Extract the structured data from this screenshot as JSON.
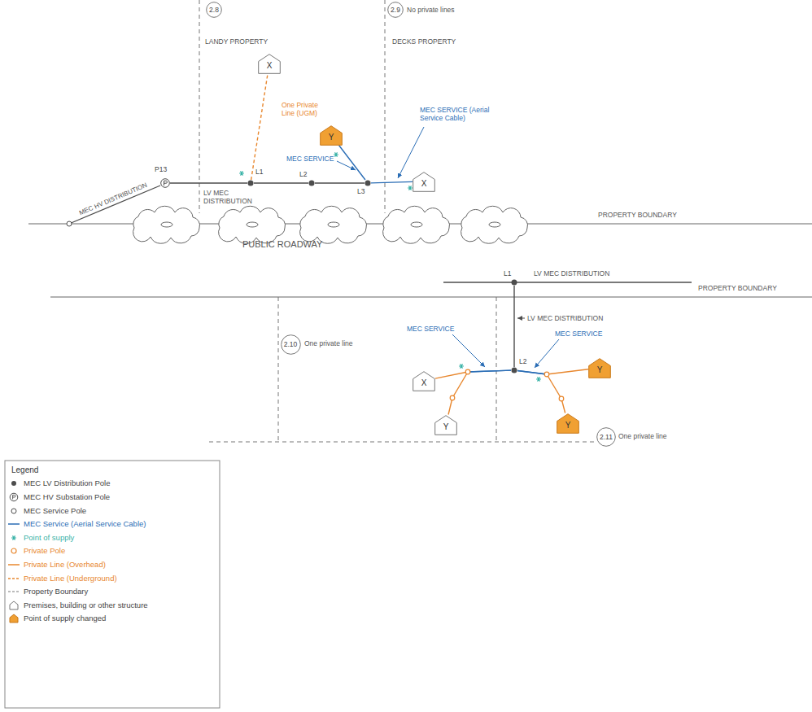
{
  "diagram": {
    "nodes": [
      {
        "text": [
          "2.8"
        ]
      },
      {
        "text": [
          "2.9"
        ]
      },
      {
        "text": [
          "X"
        ]
      },
      {
        "text": [
          "P13"
        ]
      },
      {
        "text": [
          "L1"
        ]
      },
      {
        "text": [
          "L2"
        ]
      },
      {
        "text": [
          "L3"
        ]
      },
      {
        "text": [
          "Y"
        ]
      },
      {
        "text": [
          "X"
        ]
      },
      {
        "text": [
          "L1"
        ]
      },
      {
        "text": [
          "L2"
        ]
      },
      {
        "text": [
          "2.10"
        ]
      },
      {
        "text": [
          "X"
        ]
      },
      {
        "text": [
          "Y"
        ]
      },
      {
        "text": [
          "Y"
        ]
      },
      {
        "text": [
          "Y"
        ]
      },
      {
        "text": [
          "2.11"
        ]
      }
    ],
    "edges": [
      {
        "from": 3,
        "to": 4,
        "arrow": "none"
      },
      {
        "from": 4,
        "to": 5,
        "arrow": "none"
      },
      {
        "from": 5,
        "to": 6,
        "arrow": "none"
      },
      {
        "from": 6,
        "to": 7,
        "arrow": "none"
      },
      {
        "from": 6,
        "to": 8,
        "arrow": "none"
      },
      {
        "from": 4,
        "to": 2,
        "arrow": "none"
      },
      {
        "from": 9,
        "to": 10,
        "arrow": "none"
      },
      {
        "from": 10,
        "to": 12,
        "arrow": "none"
      },
      {
        "from": 10,
        "to": 13,
        "arrow": "none"
      },
      {
        "from": 10,
        "to": 14,
        "arrow": "none"
      },
      {
        "from": 10,
        "to": 15,
        "arrow": "none"
      }
    ],
    "labels": [
      "LANDY PROPERTY",
      "No private lines",
      "DECKS PROPERTY",
      "One Private Line (UGM)",
      "MEC SERVICE",
      "MEC SERVICE (Aerial Service Cable)",
      "LV MEC DISTRIBUTION",
      "MEC HV DISTRIBUTION",
      "PROPERTY BOUNDARY",
      "PUBLIC ROADWAY",
      "LV MEC DISTRIBUTION",
      "PROPERTY BOUNDARY",
      "LV MEC DISTRIBUTION",
      "MEC SERVICE",
      "MEC SERVICE",
      "One private line",
      "One private line",
      "Legend"
    ],
    "legend": [
      {
        "text": "MEC LV Distribution Pole"
      },
      {
        "text": "MEC HV Substation Pole"
      },
      {
        "text": "MEC Service Pole"
      },
      {
        "text": "MEC Service (Aerial Service Cable)"
      },
      {
        "text": "Point of supply"
      },
      {
        "text": "Private Pole"
      },
      {
        "text": "Private Line (Overhead)"
      },
      {
        "text": "Private Line (Underground)"
      },
      {
        "text": "Property Boundary"
      },
      {
        "text": "Premises, building or other structure"
      },
      {
        "text": "Point of supply changed"
      }
    ]
  }
}
